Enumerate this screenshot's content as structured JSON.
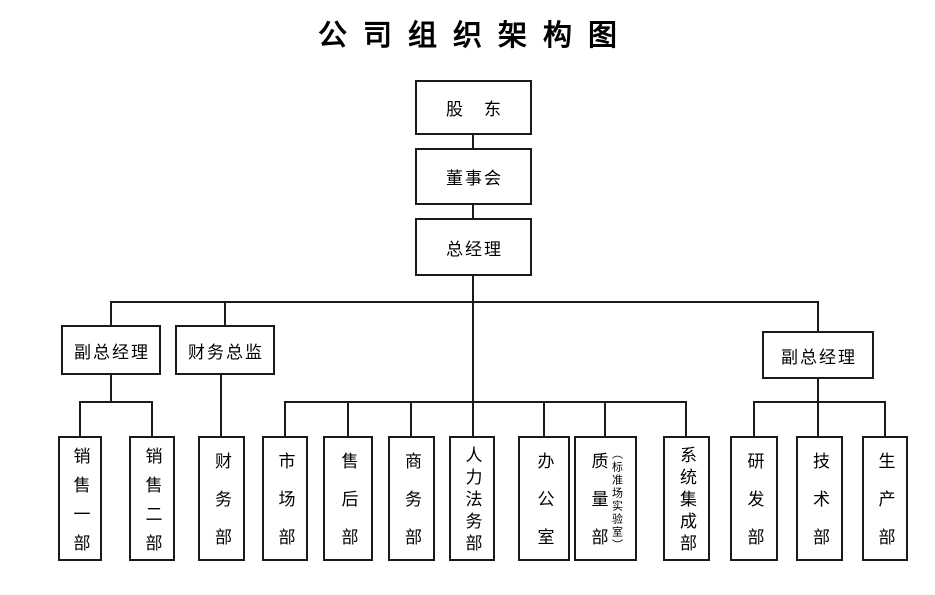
{
  "title": "公司组织架构图",
  "org": {
    "top": [
      {
        "label": "股　东"
      },
      {
        "label": "董事会"
      },
      {
        "label": "总经理"
      }
    ],
    "middle": [
      {
        "label": "副总经理"
      },
      {
        "label": "财务总监"
      },
      {
        "label": "副总经理"
      }
    ],
    "departments": [
      {
        "label": "销售一部"
      },
      {
        "label": "销售二部"
      },
      {
        "label": "财务部"
      },
      {
        "label": "市场部"
      },
      {
        "label": "售后部"
      },
      {
        "label": "商务部"
      },
      {
        "label": "人力法务部"
      },
      {
        "label": "办公室"
      },
      {
        "label": "质量部",
        "note": "（标准场实验室）"
      },
      {
        "label": "系统集成部"
      },
      {
        "label": "研发部"
      },
      {
        "label": "技术部"
      },
      {
        "label": "生产部"
      }
    ]
  },
  "colors": {
    "line": "#000000",
    "background": "#ffffff",
    "text": "#000000"
  }
}
